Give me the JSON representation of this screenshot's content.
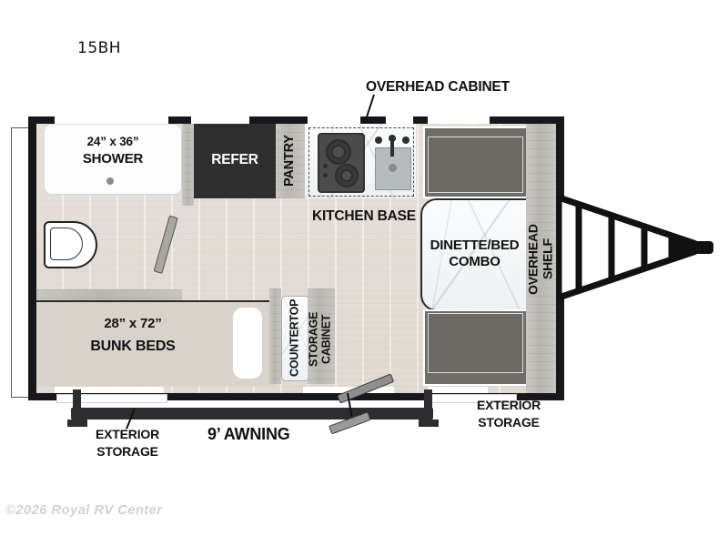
{
  "title": "15BH",
  "copyright": "©2026 Royal RV Center",
  "floorplan": {
    "interior_labels": {
      "shower_size": "24” x 36”",
      "shower": "SHOWER",
      "refer": "REFER",
      "pantry": "PANTRY",
      "bunk_size": "28” x 72”",
      "bunk_beds": "BUNK BEDS",
      "countertop": "COUNTERTOP",
      "storage_cabinet": "STORAGE\nCABINET",
      "storage_cabinet_line1": "STORAGE",
      "storage_cabinet_line2": "CABINET",
      "dinette_line1": "DINETTE/BED",
      "dinette_line2": "COMBO",
      "overhead_shelf_line1": "OVERHEAD",
      "overhead_shelf_line2": "SHELF"
    },
    "callouts": {
      "overhead_cabinet": "OVERHEAD CABINET",
      "kitchen_base": "KITCHEN BASE",
      "exterior_storage_left_line1": "EXTERIOR",
      "exterior_storage_left_line2": "STORAGE",
      "exterior_storage_right_line1": "EXTERIOR",
      "exterior_storage_right_line2": "STORAGE",
      "awning": "9’ AWNING"
    },
    "colors": {
      "wall": "#16171a",
      "refer": "#2e2e2e",
      "floor": "#ece6df",
      "bunk": "#d8d3cb",
      "dinette_seat": "#6b6a65",
      "wood_cabinet": "#c2c0bb",
      "marble": "#f6f8f9",
      "awning": "#2d2d2f",
      "copyright_text": "#d2d2d2"
    }
  }
}
